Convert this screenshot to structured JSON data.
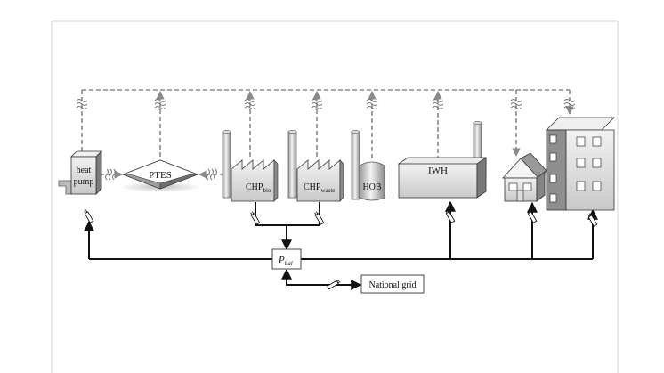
{
  "diagram": {
    "components": {
      "heat_pump": {
        "line1": "heat",
        "line2": "pump"
      },
      "ptes": {
        "label": "PTES"
      },
      "chp_bio": {
        "label": "CHP",
        "subscript": "bio"
      },
      "chp_waste": {
        "label": "CHP",
        "subscript": "waste"
      },
      "hob": {
        "label": "HOB"
      },
      "iwh": {
        "label": "IWH"
      },
      "p_bal": {
        "label": "P",
        "subscript": "bal"
      },
      "national_grid": {
        "label": "National grid"
      }
    },
    "colors": {
      "heat_network": "#8a8a8a",
      "electricity": "#111111",
      "frame": "#d6d6d6"
    },
    "icons": [
      "pipe-squiggle-icon",
      "electric-plug-icon",
      "chimney-icon",
      "factory-icon",
      "house-icon",
      "building-icon"
    ]
  }
}
